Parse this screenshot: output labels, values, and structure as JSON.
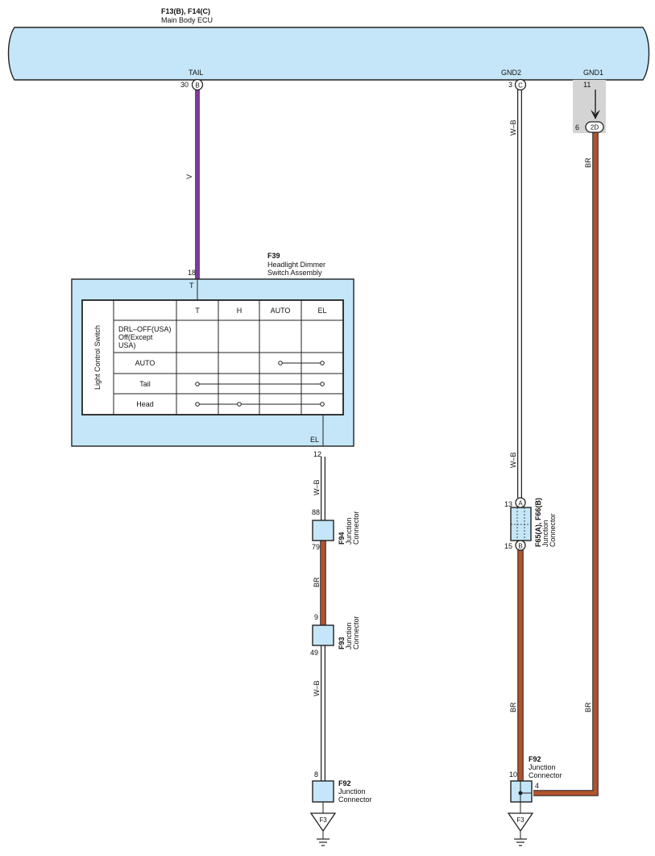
{
  "colors": {
    "ecu_fill": "#c5e6f8",
    "switch_fill": "#c5e6f8",
    "wire_violet": "#7a3b9a",
    "wire_brown": "#b1532d",
    "wire_wb": "#ffffff",
    "shade": "#d4d4d4",
    "line": "#222222"
  },
  "ecu": {
    "codes": "F13(B), F14(C)",
    "name": "Main Body ECU",
    "pins": [
      {
        "label": "TAIL",
        "num": "30",
        "conn": "B"
      },
      {
        "label": "GND2",
        "num": "3",
        "conn": "C"
      },
      {
        "label": "GND1",
        "num": "11",
        "conn_num": "6",
        "conn": "2D"
      }
    ]
  },
  "switch": {
    "code": "F39",
    "name1": "Headlight Dimmer",
    "name2": "Switch Assembly",
    "pin_in_num": "18",
    "pin_in_label": "T",
    "pin_out_label": "EL",
    "pin_out_num": "12",
    "table_title": "Light Control Switch",
    "columns": [
      "T",
      "H",
      "AUTO",
      "EL"
    ],
    "rows": [
      {
        "label1": "DRL–OFF(USA)",
        "label2": "Off(Except",
        "label3": "USA)"
      },
      {
        "label1": "AUTO"
      },
      {
        "label1": "Tail"
      },
      {
        "label1": "Head"
      }
    ]
  },
  "wires": {
    "v": "V",
    "wb": "W–B",
    "br": "BR"
  },
  "junctions": {
    "f94": {
      "code": "F94",
      "name1": "Junction",
      "name2": "Connector",
      "pin_top": "88",
      "pin_bot": "79"
    },
    "f93": {
      "code": "F93",
      "name1": "Junction",
      "name2": "Connector",
      "pin_top": "9",
      "pin_bot": "49"
    },
    "f65": {
      "code": "F65(A), F66(B)",
      "name1": "Junction",
      "name2": "Connector",
      "pin_top": "13",
      "pin_top_conn": "A",
      "pin_bot": "15",
      "pin_bot_conn": "B"
    },
    "f92_left": {
      "code": "F92",
      "name1": "Junction",
      "name2": "Connector",
      "pin": "8"
    },
    "f92_right": {
      "code": "F92",
      "name1": "Junction",
      "name2": "Connector",
      "pin_a": "10",
      "pin_b": "4"
    }
  },
  "grounds": {
    "left": "F3",
    "right": "F3"
  }
}
